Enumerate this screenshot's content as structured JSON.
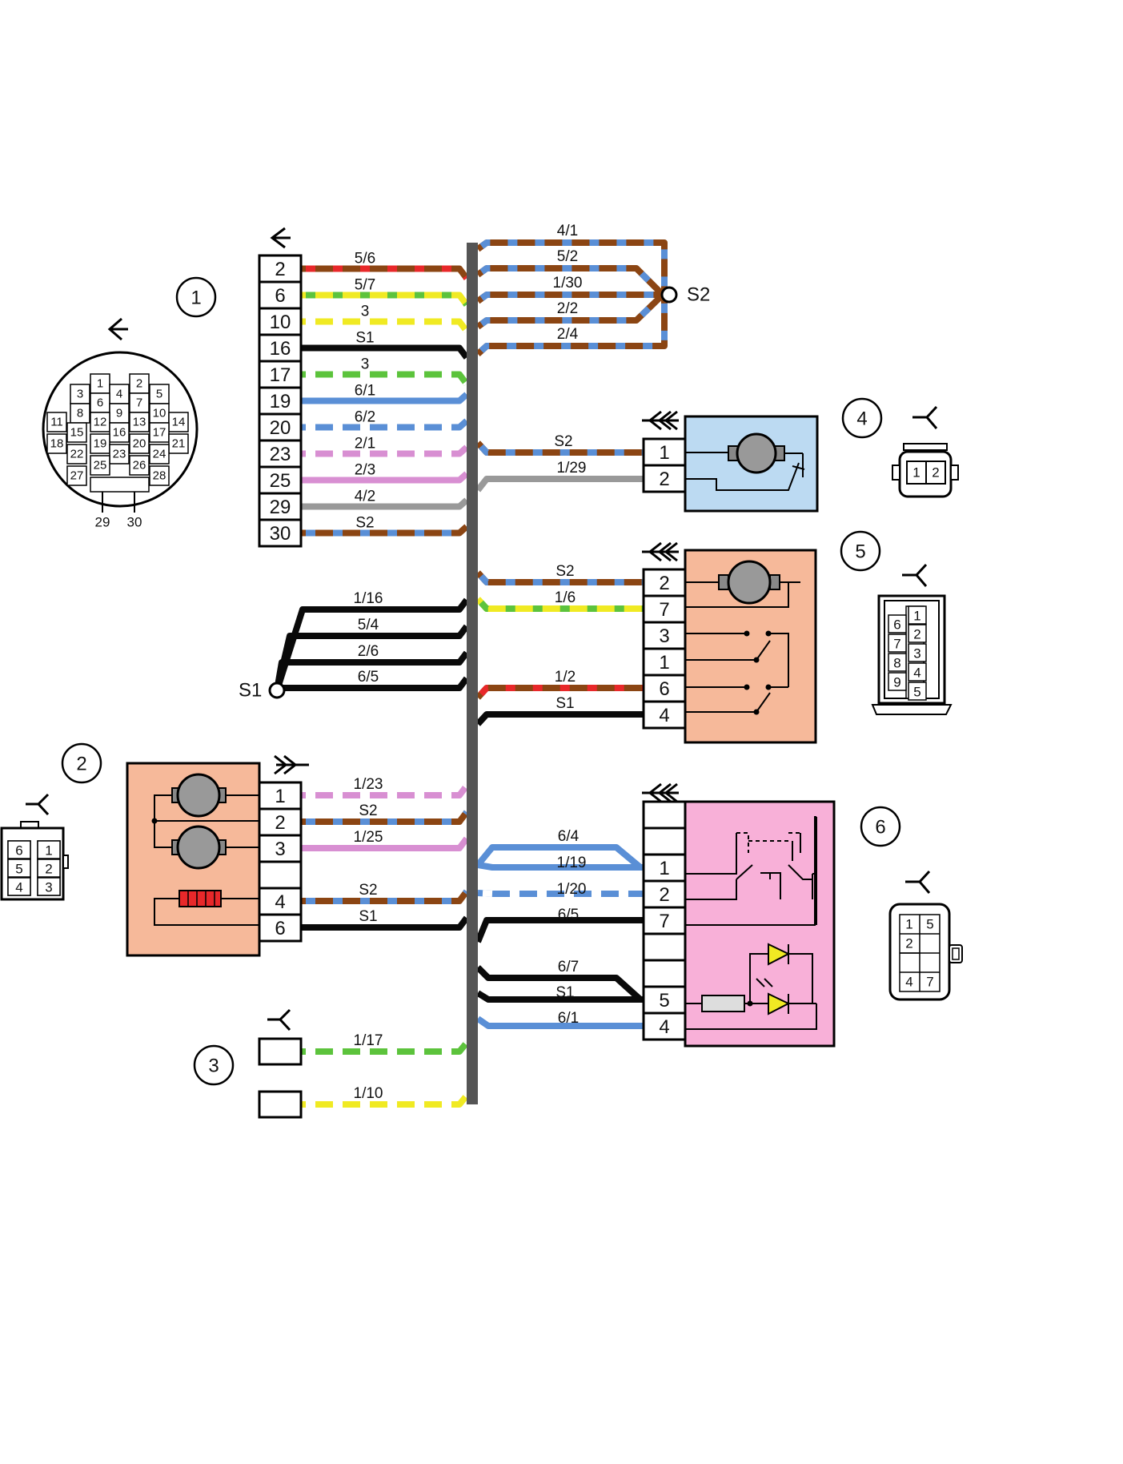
{
  "colors": {
    "brown": "#8B4513",
    "blue": "#5a8fd6",
    "red": "#e8282a",
    "green": "#5cc33c",
    "yellow": "#f0ea23",
    "white": "#ffffff",
    "black": "#0a0a0a",
    "pink": "#d88fd2",
    "grey": "#999999",
    "salmon": "#f6b99a",
    "lightblue": "#bcdaf2",
    "magenta": "#f8b0d8",
    "bus": "#555555"
  },
  "circles": [
    "1",
    "2",
    "3",
    "4",
    "5",
    "6"
  ],
  "splices": {
    "s1": "S1",
    "s2": "S2"
  },
  "connector1": {
    "pins": [
      "2",
      "6",
      "10",
      "16",
      "17",
      "19",
      "20",
      "23",
      "25",
      "29",
      "30"
    ],
    "wires": [
      {
        "label": "5/6",
        "color": "brown",
        "stripe": "red"
      },
      {
        "label": "5/7",
        "color": "yellow",
        "stripe": "green"
      },
      {
        "label": "3",
        "color": "yellow",
        "stripe": "white"
      },
      {
        "label": "S1",
        "color": "black",
        "stripe": ""
      },
      {
        "label": "3",
        "color": "green",
        "stripe": "white"
      },
      {
        "label": "6/1",
        "color": "blue",
        "stripe": ""
      },
      {
        "label": "6/2",
        "color": "blue",
        "stripe": "white"
      },
      {
        "label": "2/1",
        "color": "pink",
        "stripe": "white"
      },
      {
        "label": "2/3",
        "color": "pink",
        "stripe": ""
      },
      {
        "label": "4/2",
        "color": "grey",
        "stripe": ""
      },
      {
        "label": "S2",
        "color": "brown",
        "stripe": "blue"
      }
    ],
    "face": {
      "pins": [
        "1",
        "2",
        "3",
        "4",
        "5",
        "6",
        "7",
        "8",
        "9",
        "10",
        "11",
        "12",
        "13",
        "14",
        "15",
        "16",
        "17",
        "18",
        "19",
        "20",
        "21",
        "22",
        "23",
        "24",
        "25",
        "26",
        "27",
        "28"
      ],
      "bottom": [
        "29",
        "30"
      ]
    }
  },
  "s2_wires": [
    "4/1",
    "5/2",
    "1/30",
    "2/2",
    "2/4"
  ],
  "connector4": {
    "pins": [
      "1",
      "2"
    ],
    "wires": [
      {
        "label": "S2",
        "color": "brown",
        "stripe": "blue"
      },
      {
        "label": "1/29",
        "color": "grey",
        "stripe": ""
      }
    ],
    "face": [
      "1",
      "2"
    ]
  },
  "connector5": {
    "pins": [
      "2",
      "7",
      "3",
      "1",
      "6",
      "4"
    ],
    "wires": [
      {
        "label": "S2",
        "color": "brown",
        "stripe": "blue"
      },
      {
        "label": "1/6",
        "color": "yellow",
        "stripe": "green"
      },
      {
        "label": "1/2",
        "color": "brown",
        "stripe": "red"
      },
      {
        "label": "S1",
        "color": "black",
        "stripe": ""
      }
    ],
    "face": [
      "6",
      "1",
      "7",
      "2",
      "8",
      "3",
      "9",
      "4",
      "5"
    ]
  },
  "s1_wires": [
    "1/16",
    "5/4",
    "2/6",
    "6/5"
  ],
  "connector2": {
    "pins": [
      "1",
      "2",
      "3",
      "4",
      "6"
    ],
    "wires": [
      {
        "label": "1/23",
        "color": "pink",
        "stripe": "white"
      },
      {
        "label": "S2",
        "color": "brown",
        "stripe": "blue"
      },
      {
        "label": "1/25",
        "color": "pink",
        "stripe": ""
      },
      {
        "label": "S2",
        "color": "brown",
        "stripe": "blue"
      },
      {
        "label": "S1",
        "color": "black",
        "stripe": ""
      }
    ],
    "face": [
      "6",
      "1",
      "5",
      "2",
      "4",
      "3"
    ]
  },
  "connector6": {
    "pins": [
      "1",
      "2",
      "7",
      "5",
      "4"
    ],
    "wires": [
      {
        "label": "6/4",
        "color": "blue",
        "stripe": ""
      },
      {
        "label": "1/19",
        "color": "blue",
        "stripe": ""
      },
      {
        "label": "1/20",
        "color": "blue",
        "stripe": "white"
      },
      {
        "label": "6/5",
        "color": "black",
        "stripe": ""
      },
      {
        "label": "6/7",
        "color": "black",
        "stripe": ""
      },
      {
        "label": "S1",
        "color": "black",
        "stripe": ""
      },
      {
        "label": "6/1",
        "color": "blue",
        "stripe": ""
      }
    ],
    "face": [
      "1",
      "5",
      "2",
      "4",
      "7"
    ]
  },
  "connector3": {
    "wires": [
      {
        "label": "1/17",
        "color": "green",
        "stripe": "white"
      },
      {
        "label": "1/10",
        "color": "yellow",
        "stripe": "white"
      }
    ]
  }
}
